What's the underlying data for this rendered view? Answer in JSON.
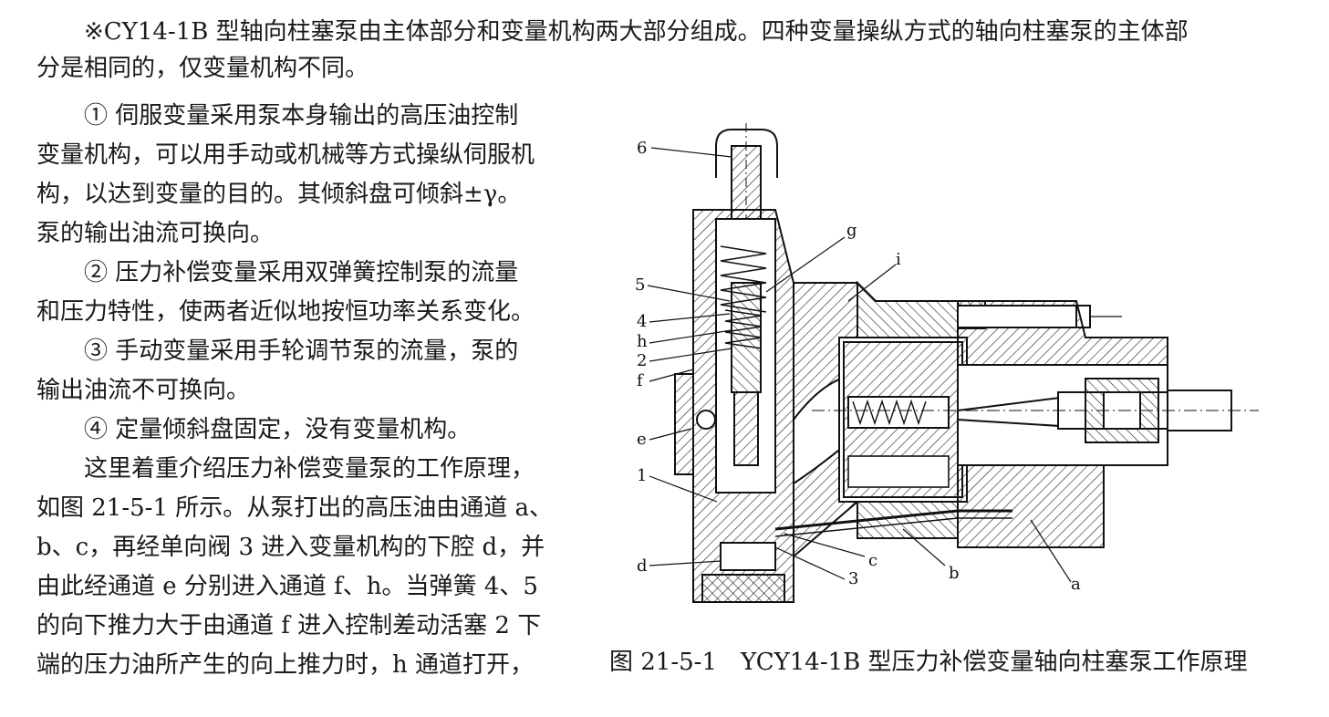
{
  "text": {
    "para1_line1": "※CY14-1B 型轴向柱塞泵由主体部分和变量机构两大部分组成。四种变量操纵方式的轴向柱塞泵的主体部",
    "para1_line2": "分是相同的，仅变量机构不同。",
    "item1_line1": "① 伺服变量采用泵本身输出的高压油控制",
    "item1_line2": "变量机构，可以用手动或机械等方式操纵伺服机",
    "item1_line3": "构，以达到变量的目的。其倾斜盘可倾斜±γ。",
    "item1_line4": "泵的输出油流可换向。",
    "item2_line1": "② 压力补偿变量采用双弹簧控制泵的流量",
    "item2_line2": "和压力特性，使两者近似地按恒功率关系变化。",
    "item3_line1": "③ 手动变量采用手轮调节泵的流量，泵的",
    "item3_line2": "输出油流不可换向。",
    "item4_line1": "④ 定量倾斜盘固定，没有变量机构。",
    "para2_line1": "这里着重介绍压力补偿变量泵的工作原理，",
    "para2_line2": "如图 21-5-1 所示。从泵打出的高压油由通道 a、",
    "para2_line3": "b、c，再经单向阀 3 进入变量机构的下腔 d，并",
    "para2_line4": "由此经通道 e 分别进入通道 f、h。当弹簧 4、5",
    "para2_line5": "的向下推力大于由通道 f 进入控制差动活塞 2 下",
    "para2_line6": "端的压力油所产生的向上推力时，h 通道打开，"
  },
  "figure": {
    "caption": "图 21-5-1　YCY14-1B 型压力补偿变量轴向柱塞泵工作原理",
    "labels": {
      "l6": "6",
      "lg": "g",
      "li": "i",
      "l5": "5",
      "l4": "4",
      "lh": "h",
      "l2": "2",
      "lf": "f",
      "le": "e",
      "l1": "1",
      "ld": "d",
      "lc": "c",
      "l3": "3",
      "lb": "b",
      "la": "a"
    }
  }
}
